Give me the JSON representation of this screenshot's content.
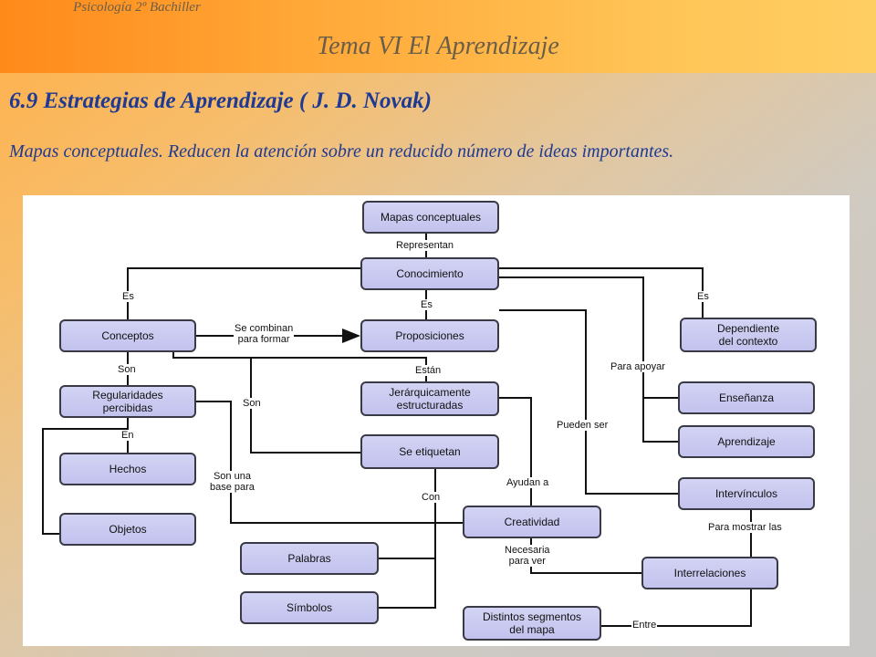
{
  "header": {
    "course": "Psicología 2º Bachiller",
    "topic": "Tema VI  El Aprendizaje"
  },
  "section": {
    "title": "6.9 Estrategias de Aprendizaje  ( J. D. Novak)",
    "description": "Mapas conceptuales. Reducen la atención sobre un reducido número de  ideas importantes."
  },
  "diagram": {
    "nodes": {
      "mapas": "Mapas conceptuales",
      "conocimiento": "Conocimiento",
      "conceptos": "Conceptos",
      "proposiciones": "Proposiciones",
      "dependiente": "Dependiente\ndel contexto",
      "regularidades": "Regularidades\npercibidas",
      "jerarquicamente": "Jerárquicamente\nestructuradas",
      "ensenanza": "Enseñanza",
      "aprendizaje": "Aprendizaje",
      "hechos": "Hechos",
      "etiquetan": "Se etiquetan",
      "intervinculos": "Intervínculos",
      "objetos": "Objetos",
      "creatividad": "Creatividad",
      "palabras": "Palabras",
      "interrelaciones": "Interrelaciones",
      "simbolos": "Símbolos",
      "segmentos": "Distintos segmentos\ndel mapa"
    },
    "links": {
      "representan": "Representan",
      "es_left": "Es",
      "es_mid": "Es",
      "es_right": "Es",
      "combinan": "Se combinan\npara formar",
      "son_left": "Son",
      "estan": "Están",
      "para_apoyar": "Para apoyar",
      "son_mid": "Son",
      "en": "En",
      "pueden_ser": "Pueden ser",
      "ayudan": "Ayudan a",
      "base": "Son una\nbase para",
      "con": "Con",
      "para_mostrar": "Para mostrar las",
      "necesaria": "Necesaria\npara ver",
      "entre": "Entre"
    }
  }
}
